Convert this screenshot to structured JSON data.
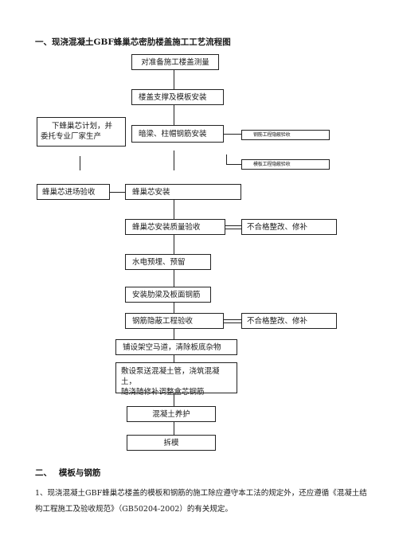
{
  "section1": {
    "title": "一、现浇混凝土GBF蜂巢芯密肋楼盖施工工艺流程图"
  },
  "flow": {
    "step1": "对准备施工楼盖测量",
    "step2": "楼盖支撑及模板安装",
    "step3": "暗梁、柱帽钢筋安装",
    "step4": "蜂巢芯安装",
    "step5": "蜂巢芯安装质量验收",
    "step6": "水电预埋、预留",
    "step7": "安装肋梁及板面钢筋",
    "step8": "钢筋隐蔽工程验收",
    "step9": "铺设架空马道，清除板底杂物",
    "step10_line1": "敷设泵送混凝土管，浇筑混凝土，",
    "step10_line2": "随浇随修补调整盒芯钢筋",
    "step11": "混凝土养护",
    "step12": "拆模"
  },
  "side": {
    "plan_line1": "下蜂巢芯计划，并",
    "plan_line2": "委托专业厂家生产",
    "check_in": "蜂巢芯进场验收",
    "tiny1": "钢筋工程隐蔽验收",
    "tiny2": "模板工程隐蔽验收",
    "rectify1": "不合格整改、修补",
    "rectify2": "不合格整改、修补"
  },
  "section2": {
    "title": "二、　 模板与钢筋",
    "para": "1、现浇混凝土GBF蜂巢芯楼盖的模板和钢筋的施工除应遵守本工法的规定外，还应遵循《混凝土结构工程施工及验收规范》（GB50204-2002）的有关规定。"
  }
}
